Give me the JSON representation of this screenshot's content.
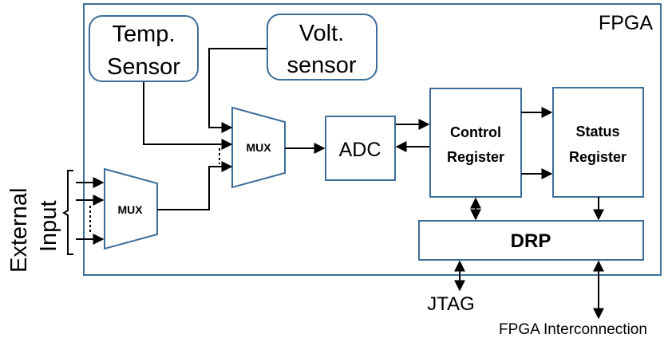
{
  "diagram": {
    "fpga_label": "FPGA",
    "temp_sensor": {
      "line1": "Temp.",
      "line2": "Sensor"
    },
    "volt_sensor": {
      "line1": "Volt.",
      "line2": "sensor"
    },
    "mux_main": "MUX",
    "mux_input": "MUX",
    "adc": "ADC",
    "control_register": {
      "line1": "Control",
      "line2": "Register"
    },
    "status_register": {
      "line1": "Status",
      "line2": "Register"
    },
    "drp": "DRP",
    "external_input": {
      "line1": "External",
      "line2": "Input"
    },
    "jtag": "JTAG",
    "fpga_interconnection": "FPGA Interconnection"
  },
  "colors": {
    "box_border": "#3d6d99",
    "line": "#000000",
    "text": "#000000"
  }
}
